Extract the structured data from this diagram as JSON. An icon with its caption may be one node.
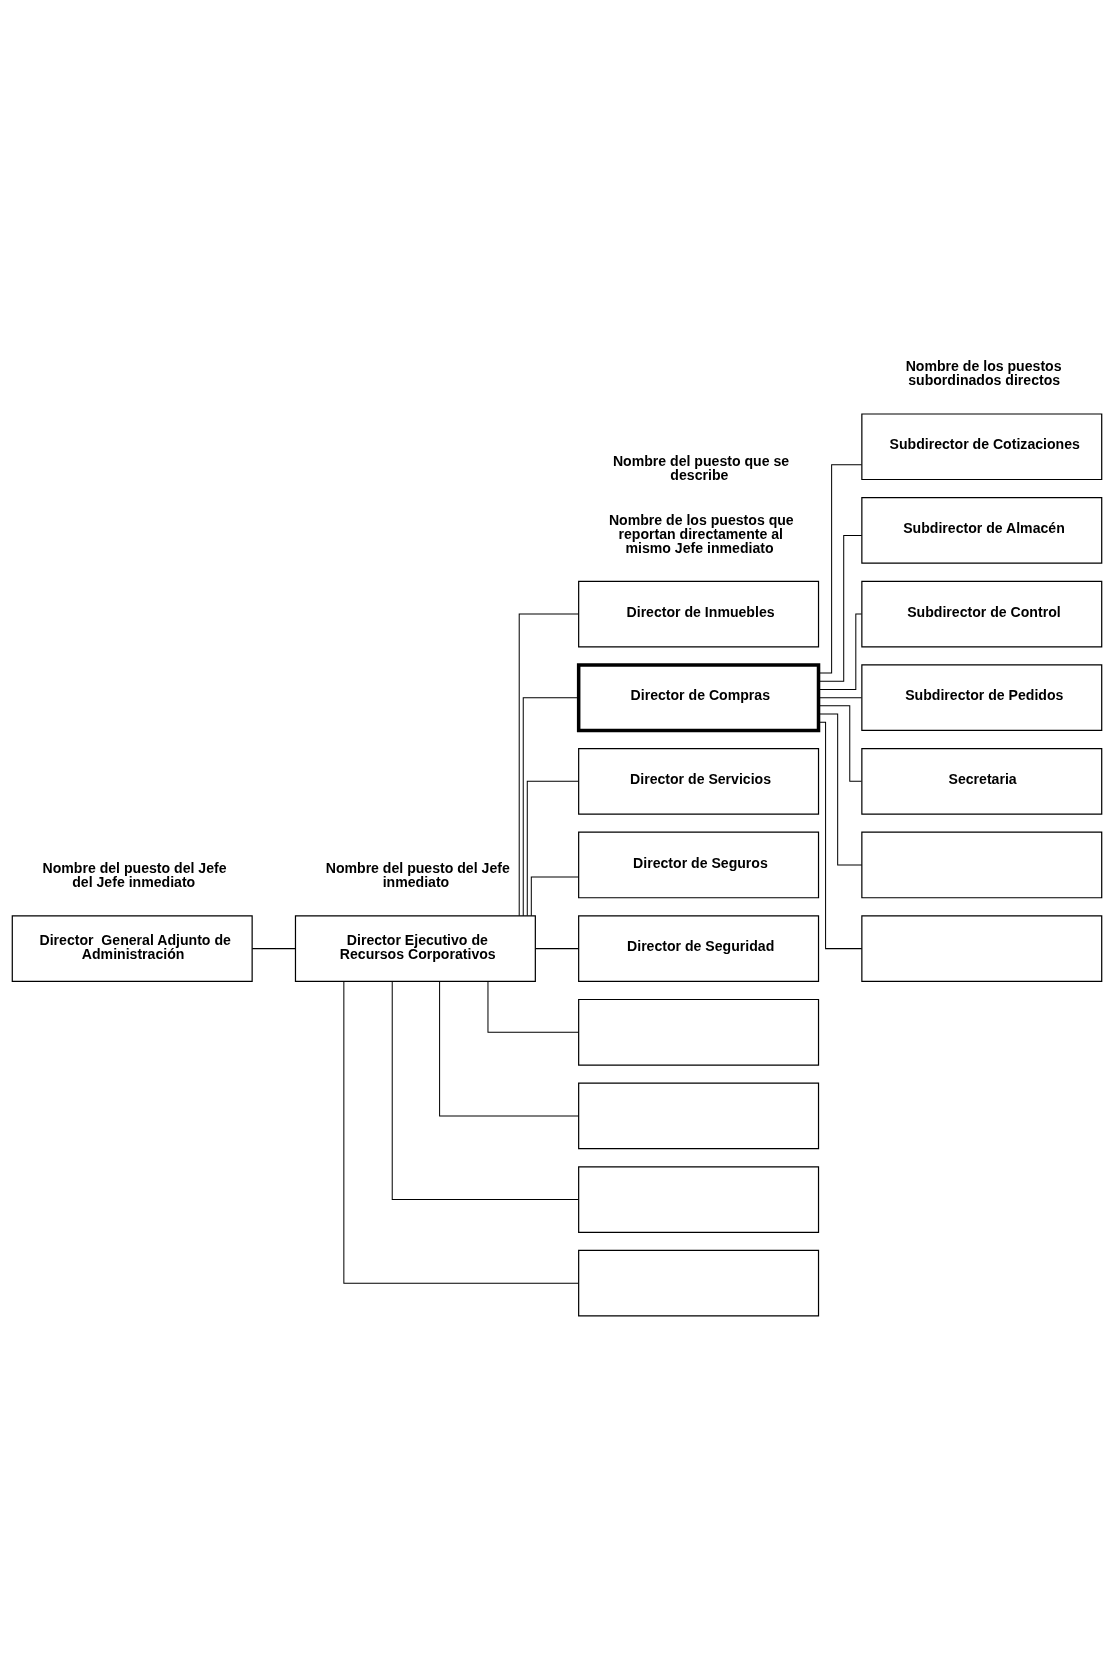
{
  "diagram": {
    "nodes": [
      {
        "text": [
          "Director  General Adjunto de Administración"
        ]
      },
      {
        "text": [
          "Director Ejecutivo de Recursos Corporativos"
        ]
      },
      {
        "text": [
          "Director de Inmuebles"
        ]
      },
      {
        "text": [
          "Director de Compras"
        ]
      },
      {
        "text": [
          "Director de Servicios"
        ]
      },
      {
        "text": [
          "Director de Seguros"
        ]
      },
      {
        "text": [
          "Director de Seguridad"
        ]
      },
      {
        "text": [],
        "shape": "box"
      },
      {
        "text": [],
        "shape": "box"
      },
      {
        "text": [],
        "shape": "box"
      },
      {
        "text": [],
        "shape": "box"
      },
      {
        "text": [
          "Subdirector de Cotizaciones"
        ]
      },
      {
        "text": [
          "Subdirector de Almacén"
        ]
      },
      {
        "text": [
          "Subdirector de Control"
        ]
      },
      {
        "text": [
          "Subdirector de Pedidos"
        ]
      },
      {
        "text": [
          "Secretaria"
        ]
      },
      {
        "text": [],
        "shape": "box"
      },
      {
        "text": [],
        "shape": "box"
      }
    ],
    "edges": [
      {
        "from": 0,
        "to": 1,
        "arrow": "none"
      },
      {
        "from": 1,
        "to": 2,
        "arrow": "none"
      },
      {
        "from": 1,
        "to": 3,
        "arrow": "none"
      },
      {
        "from": 1,
        "to": 4,
        "arrow": "none"
      },
      {
        "from": 1,
        "to": 5,
        "arrow": "none"
      },
      {
        "from": 1,
        "to": 6,
        "arrow": "none"
      },
      {
        "from": 1,
        "to": 7,
        "arrow": "none"
      },
      {
        "from": 1,
        "to": 8,
        "arrow": "none"
      },
      {
        "from": 1,
        "to": 9,
        "arrow": "none"
      },
      {
        "from": 1,
        "to": 10,
        "arrow": "none"
      },
      {
        "from": 3,
        "to": 11,
        "arrow": "none"
      },
      {
        "from": 3,
        "to": 12,
        "arrow": "none"
      },
      {
        "from": 3,
        "to": 13,
        "arrow": "none"
      },
      {
        "from": 3,
        "to": 14,
        "arrow": "none"
      },
      {
        "from": 3,
        "to": 15,
        "arrow": "none"
      },
      {
        "from": 3,
        "to": 16,
        "arrow": "none"
      },
      {
        "from": 3,
        "to": 17,
        "arrow": "none"
      }
    ],
    "labels": [
      "Nombre del puesto del Jefe del Jefe inmediato",
      "Nombre del puesto del Jefe inmediato",
      "Nombre de los puestos que reportan directamente al mismo Jefe inmediato",
      "Nombre del puesto que se describe",
      "Nombre de los puestos subordinados directos"
    ]
  }
}
